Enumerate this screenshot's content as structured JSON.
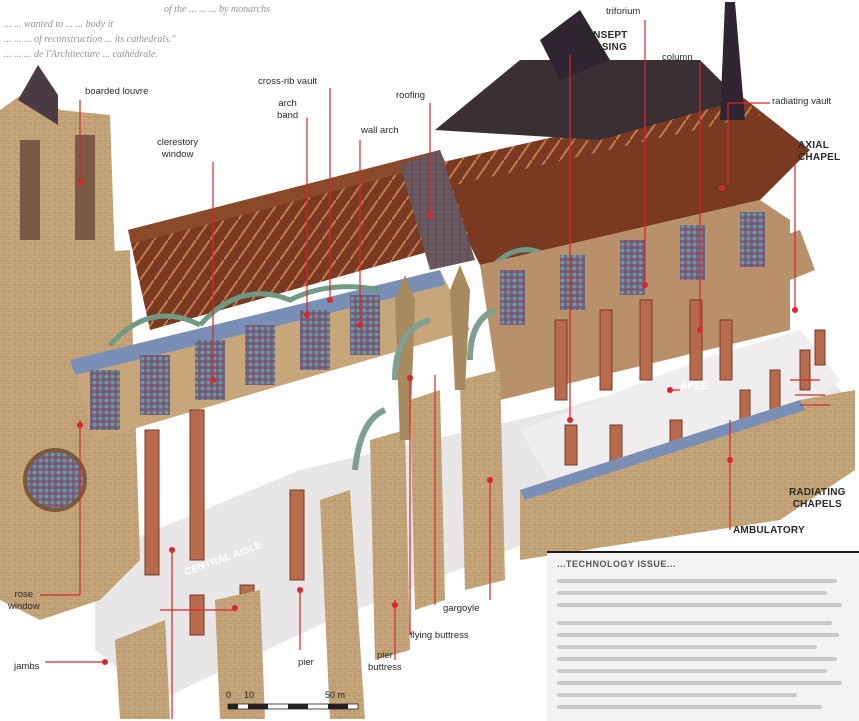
{
  "header_text": {
    "line1": "of the ... ... ... by monarchs",
    "line2": "... ... wanted to ... ... body it",
    "line3": "... ... ... of reconstruction ... its cathedrals.\"",
    "line4": "... ... ... de l'Architecture ... cathédrale."
  },
  "labels": {
    "boarded_louvre": "boarded louvre",
    "cross_rib_vault": "cross-rib vault",
    "arch_band": "arch\nband",
    "clerestory_window": "clerestory\nwindow",
    "wall_arch": "wall arch",
    "roofing": "roofing",
    "transept_crossing": "TRANSEPT\nCROSSING",
    "triforium": "triforium",
    "column": "column",
    "radiating_vault": "radiating vault",
    "axial_chapel": "AXIAL\nCHAPEL",
    "apse": "APSE",
    "radiating_chapels": "RADIATING\nCHAPELS",
    "ambulatory": "AMBULATORY",
    "central_aisle": "CENTRAL AISLE",
    "rose_window": "rose\nwindow",
    "jambs": "jambs",
    "pier": "pier",
    "pier_buttress": "pier\nbuttress",
    "flying_buttress": "flying buttress",
    "gargoyle": "gargoyle"
  },
  "scale_bar": {
    "zero": "0",
    "ten": "10",
    "fifty": "50 m"
  },
  "info_box": {
    "title": "...TECHNOLOGY ISSUE..."
  },
  "colors": {
    "leader_line": "#d8262c",
    "stone": "#c8a878",
    "stone_dark": "#8b6a45",
    "roof_slate": "#3b2f36",
    "timber": "#7a3a22",
    "column": "#b86a4c",
    "floor": "#e8e6e6",
    "blue_edge": "#7a8fb6",
    "window_green": "#6f9a83"
  }
}
